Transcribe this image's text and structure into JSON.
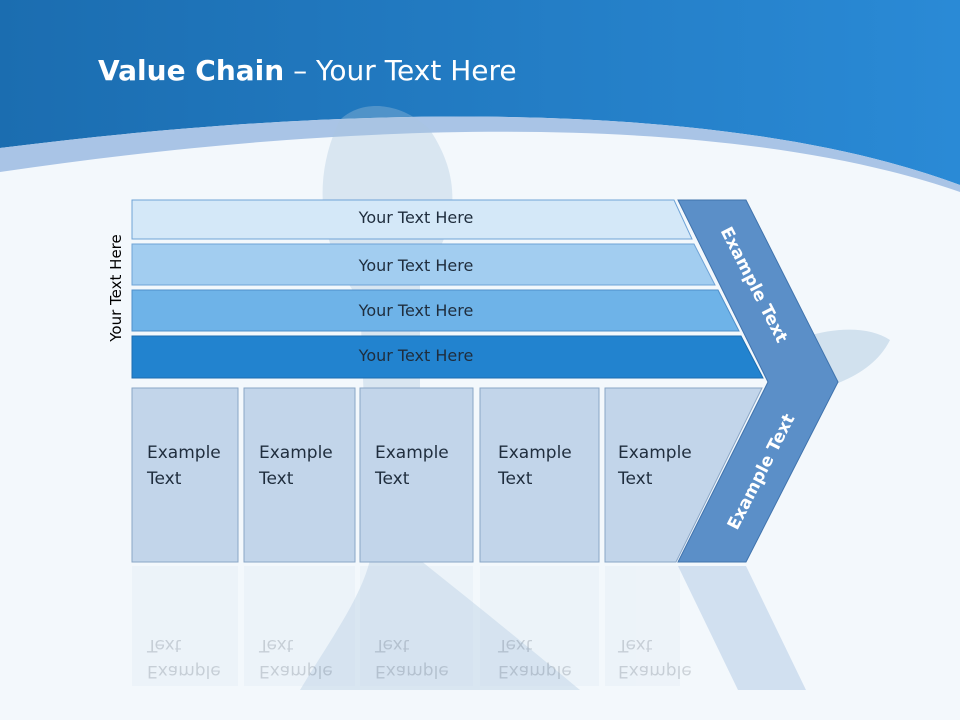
{
  "slide": {
    "title_bold": "Value Chain",
    "title_rest": " – Your Text Here",
    "vertical_label": "Your Text Here"
  },
  "bars": [
    {
      "label": "Your Text Here"
    },
    {
      "label": "Your Text Here"
    },
    {
      "label": "Your Text Here"
    },
    {
      "label": "Your Text Here"
    }
  ],
  "boxes": [
    {
      "line1": "Example",
      "line2": "Text"
    },
    {
      "line1": "Example",
      "line2": "Text"
    },
    {
      "line1": "Example",
      "line2": "Text"
    },
    {
      "line1": "Example",
      "line2": "Text"
    },
    {
      "line1": "Example",
      "line2": "Text"
    }
  ],
  "chevron": {
    "top_label": "Example Text",
    "bottom_label": "Example Text"
  },
  "colors": {
    "header_blue": "#1f7cc4",
    "bar_1": "#d4e8f8",
    "bar_2": "#a2cdf0",
    "bar_3": "#6eb3e8",
    "bar_4": "#2283cf",
    "box": "#c2d5ea",
    "chevron": "#5b8fc8"
  }
}
